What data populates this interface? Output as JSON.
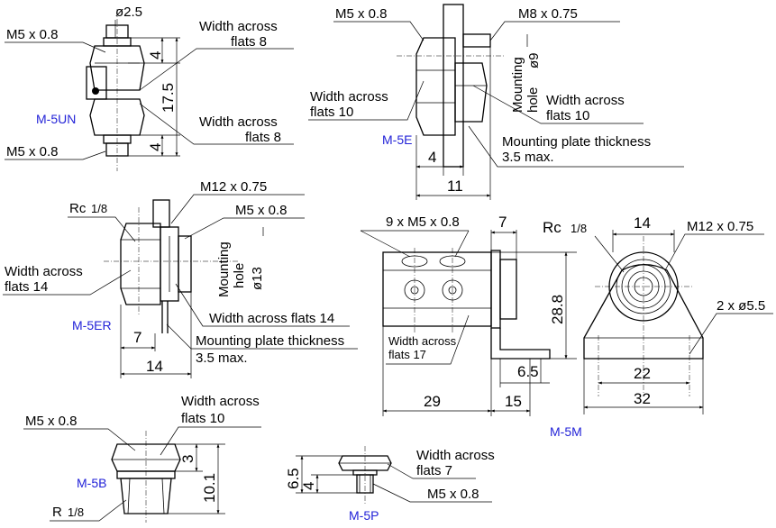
{
  "m5un": {
    "model": "M-5UN",
    "top_thread": "M5 x 0.8",
    "bottom_thread": "M5 x 0.8",
    "diameter": "ø2.5",
    "flats_top_1": "Width across",
    "flats_top_2": "flats 8",
    "flats_bottom_1": "Width across",
    "flats_bottom_2": "flats 8",
    "dim_top": "4",
    "dim_total": "17.5",
    "dim_bottom": "4"
  },
  "m5e": {
    "model": "M-5E",
    "thread_left": "M5 x 0.8",
    "thread_right": "M8 x 0.75",
    "mount_1": "Mounting",
    "mount_2": "hole",
    "mount_dia": "ø9",
    "flats_left_1": "Width across",
    "flats_left_2": "flats 10",
    "flats_right_1": "Width across",
    "flats_right_2": "flats 10",
    "plate_1": "Mounting plate thickness",
    "plate_2": "3.5 max.",
    "dim_4": "4",
    "dim_11": "11"
  },
  "m5er": {
    "model": "M-5ER",
    "rc": "Rc",
    "rc_frac": "1/8",
    "thread_a": "M12 x 0.75",
    "thread_b": "M5 x 0.8",
    "mount_1": "Mounting",
    "mount_2": "hole",
    "mount_dia": "ø13",
    "flats_left_1": "Width across",
    "flats_left_2": "flats 14",
    "flats_right": "Width across flats 14",
    "plate_1": "Mounting plate thickness",
    "plate_2": "3.5 max.",
    "dim_7": "7",
    "dim_14": "14"
  },
  "m5m": {
    "model": "M-5M",
    "ports": "9 x M5 x 0.8",
    "dim_7": "7",
    "rc": "Rc",
    "rc_frac": "1/8",
    "dim_14": "14",
    "thread": "M12 x 0.75",
    "holes": "2 x ø5.5",
    "dim_288": "28.8",
    "flats_1": "Width across",
    "flats_2": "flats 17",
    "dim_65": "6.5",
    "dim_22": "22",
    "dim_29": "29",
    "dim_15": "15",
    "dim_32": "32"
  },
  "m5b": {
    "model": "M-5B",
    "thread": "M5 x 0.8",
    "flats_1": "Width across",
    "flats_2": "flats 10",
    "r": "R",
    "r_frac": "1/8",
    "dim_3": "3",
    "dim_101": "10.1"
  },
  "m5p": {
    "model": "M-5P",
    "flats_1": "Width across",
    "flats_2": "flats 7",
    "thread": "M5 x 0.8",
    "dim_65": "6.5",
    "dim_4": "4"
  }
}
